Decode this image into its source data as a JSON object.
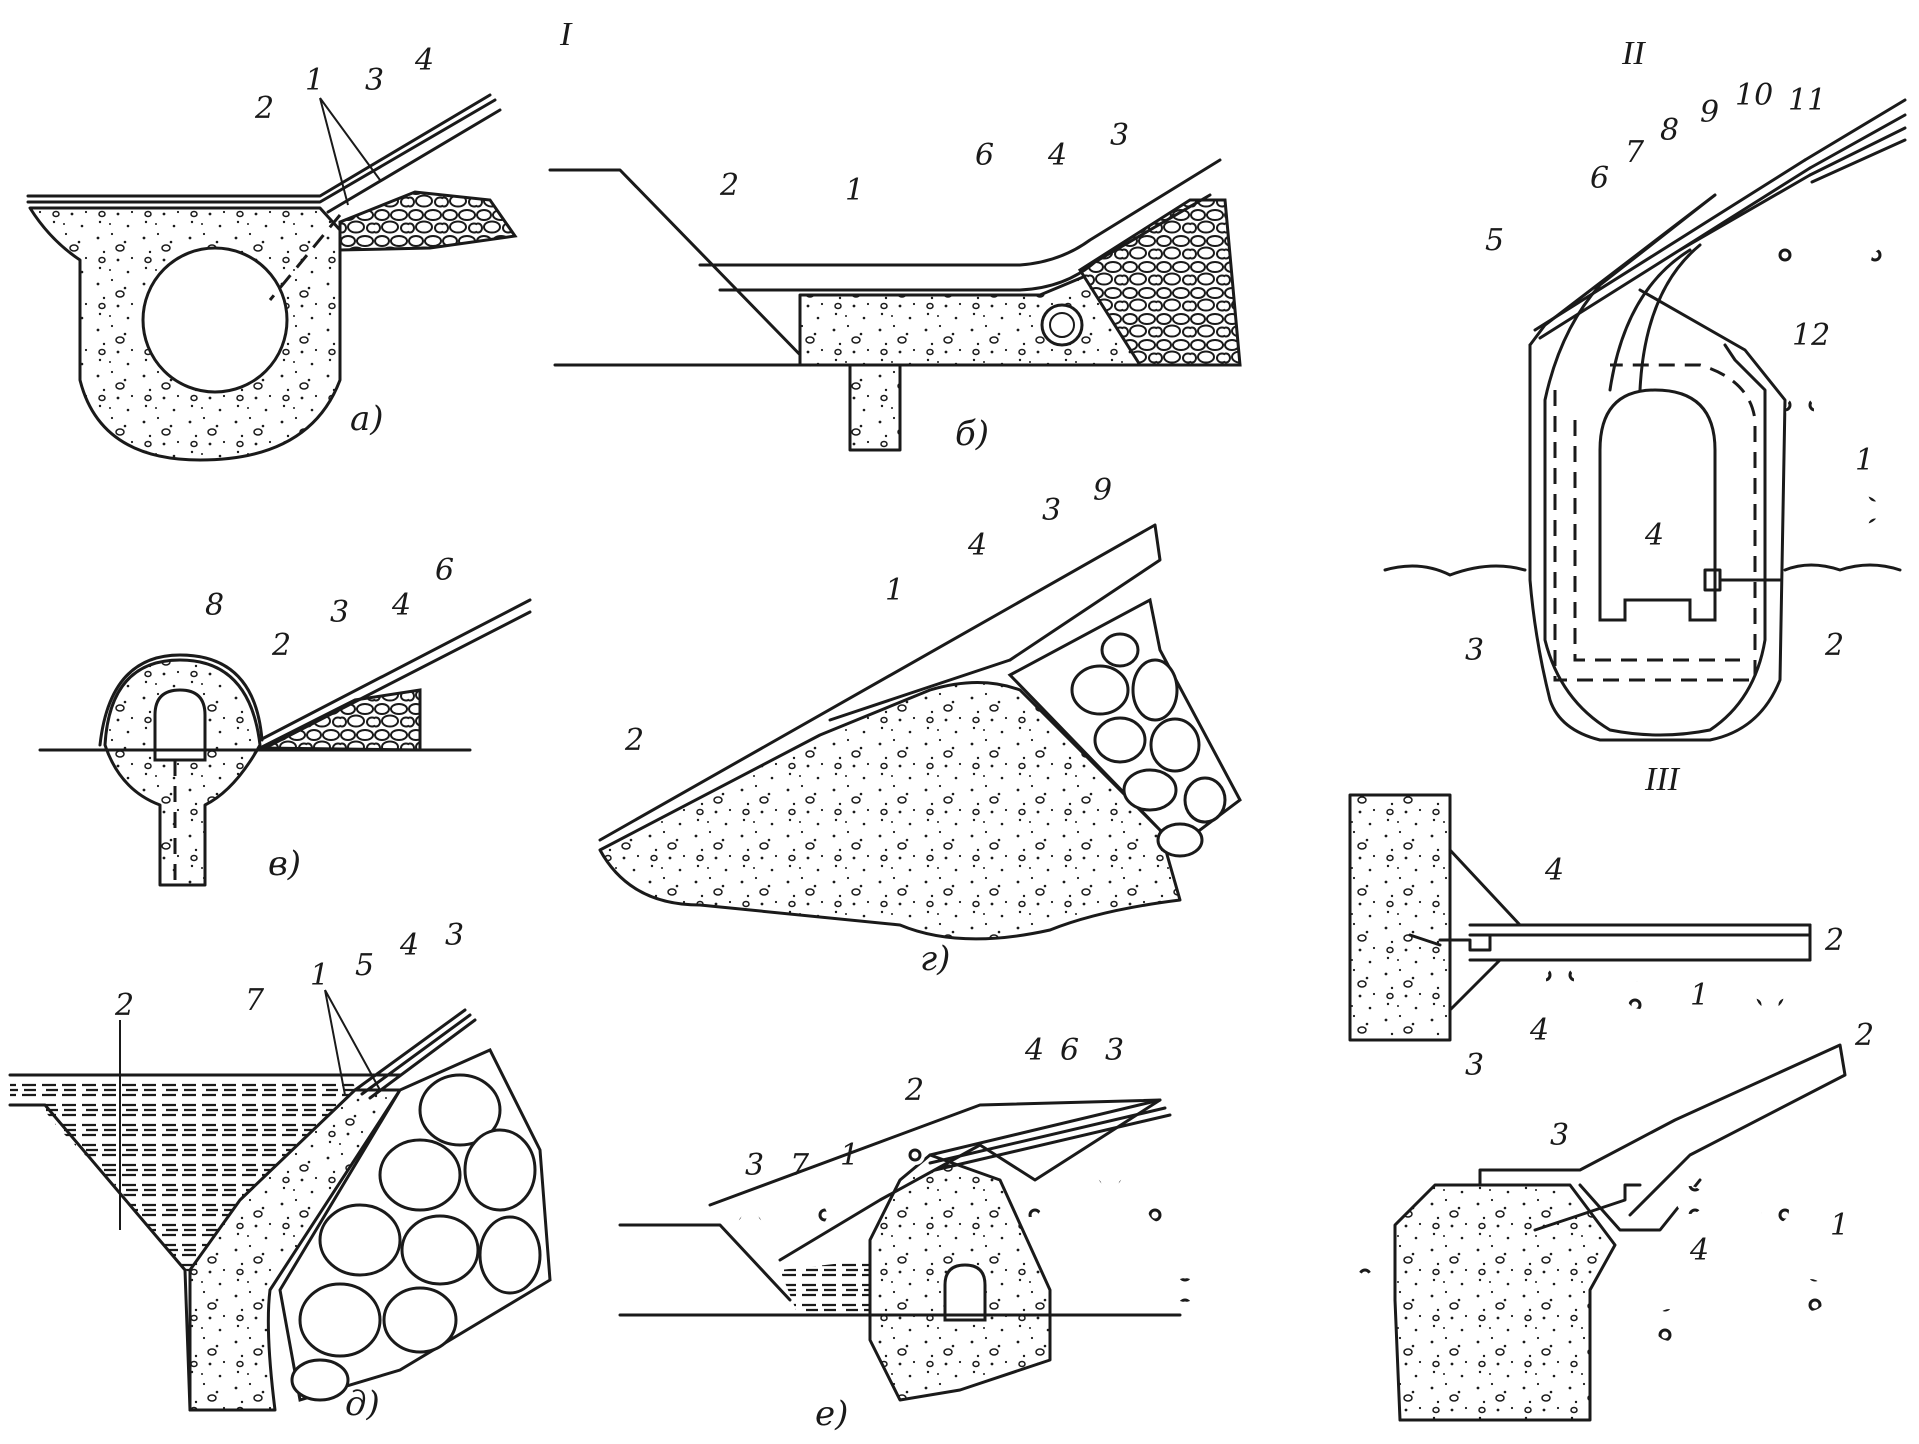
{
  "sections": {
    "I": "I",
    "II": "II",
    "III": "III"
  },
  "captions": {
    "a": "а)",
    "b": "б)",
    "v": "в)",
    "g": "г)",
    "d": "д)",
    "e": "е)"
  },
  "labels": {
    "n1": "1",
    "n2": "2",
    "n3": "3",
    "n4": "4",
    "n5": "5",
    "n6": "6",
    "n7": "7",
    "n8": "8",
    "n9": "9",
    "n10": "10",
    "n11": "11",
    "n12": "12"
  }
}
